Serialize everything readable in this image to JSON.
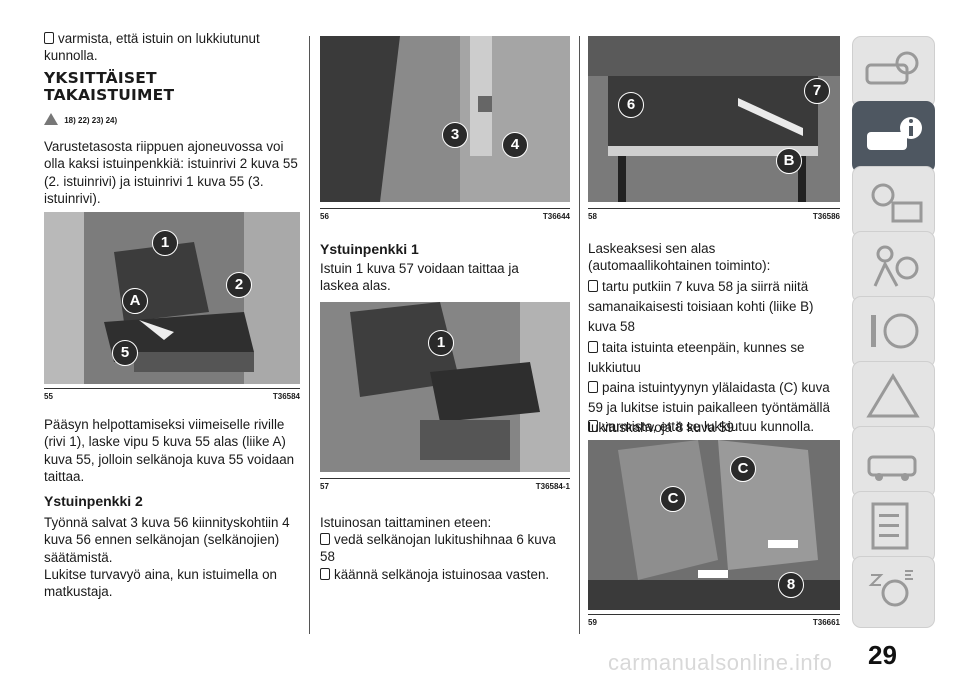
{
  "col1": {
    "bullet_top": "varmista, että istuin on lukkiutunut kunnolla.",
    "heading": "YKSITTÄISET TAKAISTUIMET",
    "warning_refs": "18) 22) 23) 24)",
    "intro": "Varustetasosta riippuen ajoneuvossa voi olla kaksi istuinpenkkiä: istuinrivi 2 kuva 55 (2. istuinrivi) ja istuinrivi 1 kuva 55 (3. istuinrivi).",
    "fig": {
      "number": "55",
      "code": "T36584",
      "callouts": [
        "1",
        "2",
        "A",
        "5"
      ]
    },
    "access_text": "Pääsyn helpottamiseksi viimeiselle riville (rivi 1), laske vipu 5 kuva 55 alas (liike A) kuva 55, jolloin selkänoja kuva 55 voidaan taittaa.",
    "subheading": "Ystuinpenkki 2",
    "push_text": "Työnnä salvat 3 kuva 56 kiinnityskohtiin 4 kuva 56 ennen selkänojan (selkänojien) säätämistä.",
    "lock_text": "Lukitse turvavyö aina, kun istuimella on matkustaja."
  },
  "col2": {
    "fig56": {
      "number": "56",
      "code": "T36644",
      "callouts": [
        "3",
        "4"
      ]
    },
    "subheading": "Ystuinpenkki 1",
    "fold_text": "Istuin 1 kuva 57 voidaan taittaa ja laskea alas.",
    "fig57": {
      "number": "57",
      "code": "T36584-1",
      "callouts": [
        "1"
      ]
    },
    "fold_forward_title": "Istuinosan taittaminen eteen:",
    "bullets": [
      "vedä selkänojan lukitushihnaa 6 kuva 58",
      "käännä selkänoja istuinosaa vasten."
    ]
  },
  "col3": {
    "fig58": {
      "number": "58",
      "code": "T36586",
      "callouts": [
        "6",
        "7",
        "B"
      ]
    },
    "lower_title": "Laskeaksesi sen alas (automaallikohtainen toiminto):",
    "bullets": [
      "tartu putkiin 7 kuva 58 ja siirrä niitä samanaikaisesti toisiaan kohti (liike B) kuva 58",
      "taita istuinta eteenpäin, kunnes se lukkiutuu",
      "paina istuintyynyn ylälaidasta (C) kuva 59 ja lukitse istuin paikalleen työntämällä lukituskahvoja 8 kuva 59",
      "varmista, että se lukkiutuu kunnolla."
    ],
    "fig59": {
      "number": "59",
      "code": "T36661",
      "callouts": [
        "C",
        "C",
        "8"
      ]
    }
  },
  "sidebar": {
    "icons": [
      "car-search-icon",
      "car-info-icon",
      "lights-message-icon",
      "airbag-person-icon",
      "steering-wrench-icon",
      "road-warning-icon",
      "car-service-icon",
      "document-list-icon",
      "alphabet-index-icon"
    ],
    "active_index": 1
  },
  "page_number": "29",
  "watermark": "carmanualsonline.info"
}
